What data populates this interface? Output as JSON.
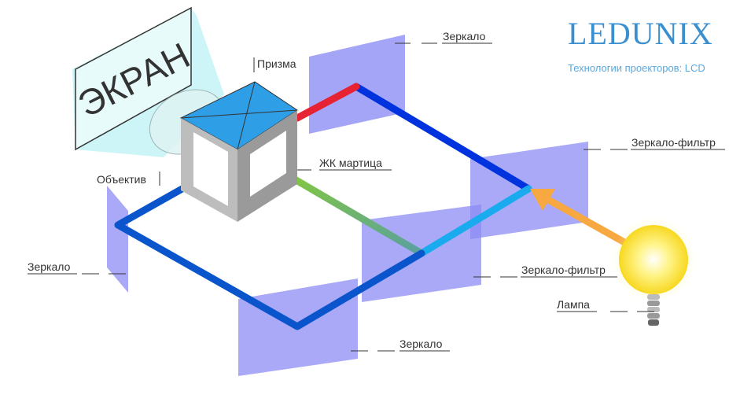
{
  "screen": {
    "text": "ЭКРАН"
  },
  "logo": {
    "name": "LEDUNIX",
    "subtitle": "Технологии проекторов: LCD"
  },
  "labels": {
    "prism": "Призма",
    "lcd_matrix": "ЖК мартица",
    "objective": "Объектив",
    "mirror_top": "Зеркало",
    "mirror_left": "Зеркало",
    "mirror_bottom": "Зеркало",
    "filter_top": "Зеркало-фильтр",
    "filter_bottom": "Зеркало-фильтр",
    "lamp": "Лампа"
  },
  "colors": {
    "mirror": "#8c8cf5",
    "beam_blue": "#0033dd",
    "beam_red": "#e62233",
    "beam_green": "#88cc33",
    "beam_cyan": "#1aaaee",
    "beam_yellow": "#f7a840",
    "prism_top": "#2e9ee6",
    "lamp": "#fff066",
    "logo": "#3a8fd0"
  }
}
